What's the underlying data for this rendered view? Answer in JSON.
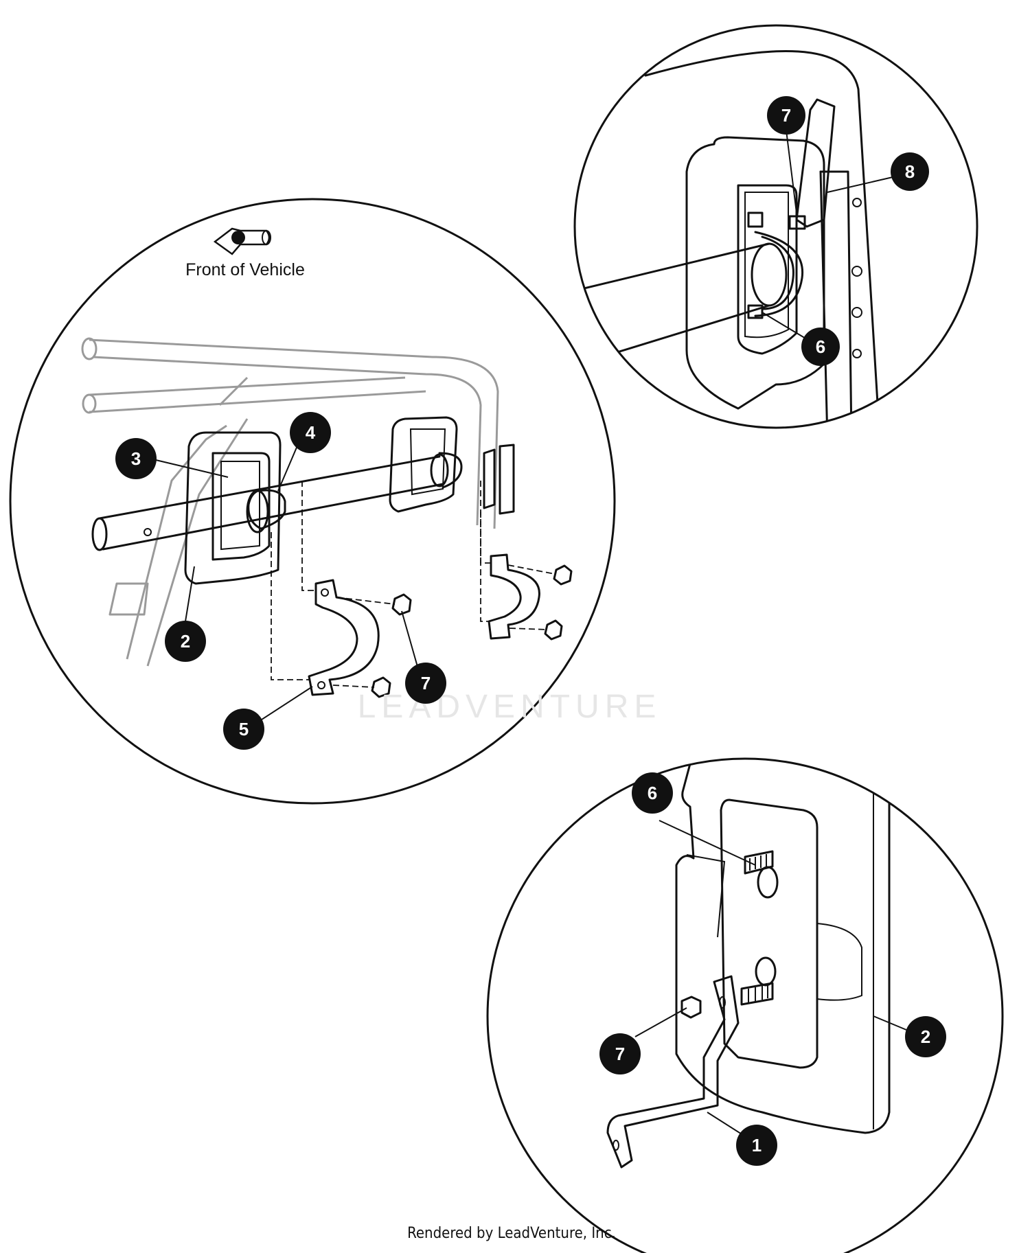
{
  "caption": "Front of Vehicle",
  "watermark": "LEADVENTURE",
  "footer": "Rendered by LeadVenture, Inc.",
  "callout_color": "#111111",
  "callouts": {
    "main_3": "3",
    "main_4": "4",
    "main_2": "2",
    "main_7": "7",
    "main_5": "5",
    "top_7": "7",
    "top_8": "8",
    "top_6": "6",
    "bottom_6": "6",
    "bottom_7": "7",
    "bottom_2": "2",
    "bottom_1": "1"
  }
}
